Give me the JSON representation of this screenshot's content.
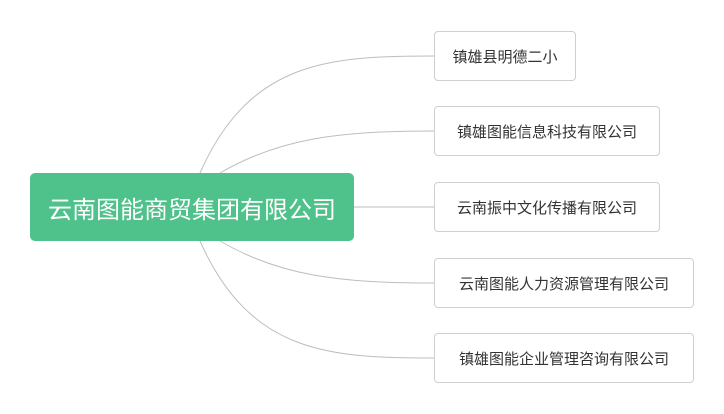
{
  "mindmap": {
    "root": {
      "label": "云南图能商贸集团有限公司"
    },
    "children": [
      {
        "label": "镇雄县明德二小"
      },
      {
        "label": "镇雄图能信息科技有限公司"
      },
      {
        "label": "云南振中文化传播有限公司"
      },
      {
        "label": "云南图能人力资源管理有限公司"
      },
      {
        "label": "镇雄图能企业管理咨询有限公司"
      }
    ]
  },
  "colors": {
    "root_fill": "#4fc18a",
    "root_text": "#ffffff",
    "node_border": "#cfcfcf",
    "node_text": "#333333",
    "connector": "#bdbdbd"
  }
}
